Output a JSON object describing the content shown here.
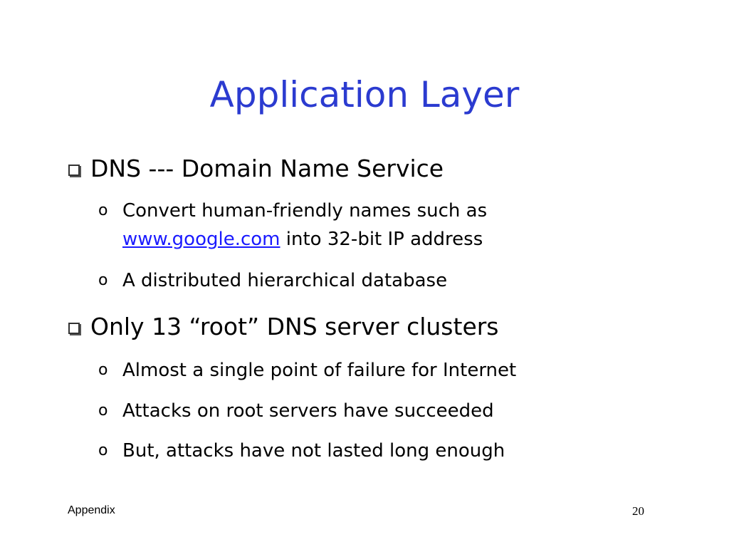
{
  "title": "Application Layer",
  "bullets": {
    "b1": {
      "text": "DNS --- Domain Name Service",
      "sub1": {
        "line1": "Convert human-friendly names such as",
        "link": "www.google.com",
        "line2_rest": " into 32-bit IP address"
      },
      "sub2": "A distributed hierarchical database"
    },
    "b2": {
      "text": "Only 13 “root” DNS server clusters",
      "sub1": "Almost a single point of failure for Internet",
      "sub2": "Attacks on root servers have succeeded",
      "sub3": "But, attacks have not lasted long enough"
    }
  },
  "markers": {
    "level1": "square-bullet-icon",
    "level2": "o"
  },
  "footer": {
    "left": "Appendix",
    "page_number": "20"
  },
  "colors": {
    "title": "#2b3bd0",
    "link": "#1a1aff",
    "text": "#000000"
  }
}
